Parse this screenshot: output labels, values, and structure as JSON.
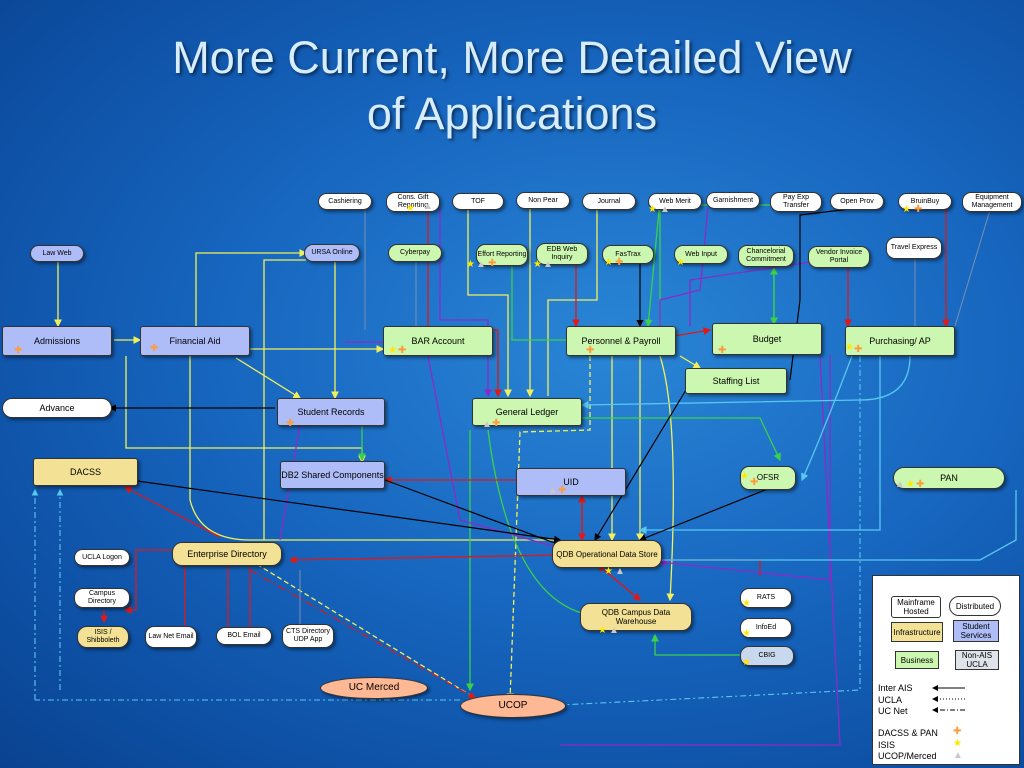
{
  "title": {
    "line1": "More Current, More Detailed View",
    "line2": "of Applications"
  },
  "nodes": {
    "cashiering": "Cashiering",
    "cons_gift": "Cons. Gift Reporting",
    "tof": "TOF",
    "non_pear": "Non Pear",
    "journal": "Journal",
    "web_merit": "Web Merit",
    "garnishment": "Garnishment",
    "pay_exp": "Pay Exp Transfer",
    "open_prov": "Open Prov",
    "bruinbuy": "BruinBuy",
    "equip_mgmt": "Equipment Management",
    "law_web": "Law Web",
    "ursa": "URSA Online",
    "cyberpay": "Cyberpay",
    "effort": "Effort Reporting",
    "edb_web": "EDB Web Inquiry",
    "fastrax": "FasTrax",
    "web_input": "Web Input",
    "chancelorial": "Chancelorial Commitment",
    "vendor_invoice": "Vendor Invoice Portal",
    "travel_express": "Travel Express",
    "admissions": "Admissions",
    "financial_aid": "Financial Aid",
    "bar_account": "BAR Account",
    "personnel_payroll": "Personnel & Payroll",
    "budget": "Budget",
    "purchasing": "Purchasing/ AP",
    "staffing_list": "Staffing List",
    "advance": "Advance",
    "student_records": "Student Records",
    "general_ledger": "General Ledger",
    "dacss": "DACSS",
    "db2_shared": "DB2 Shared Components",
    "uid": "UID",
    "ofsr": "OFSR",
    "pan": "PAN",
    "ucla_logon": "UCLA Logon",
    "enterprise_dir": "Enterprise Directory",
    "qdb_ods": "QDB  Operational Data Store",
    "campus_dir": "Campus Directory",
    "rats": "RATS",
    "qdb_cdw": "QDB Campus Data Warehouse",
    "isis_shib": "ISIS / Shibboleth",
    "law_net": "Law Net Email",
    "bol_email": "BOL Email",
    "cts_dir": "CTS Directory UDP App",
    "infoed": "InfoEd",
    "cbig": "CBIG",
    "uc_merced": "UC Merced",
    "ucop": "UCOP"
  },
  "legend": {
    "mainframe": "Mainframe Hosted",
    "distributed": "Distributed",
    "infrastructure": "Infrastructure",
    "student_services": "Student Services",
    "business": "Business",
    "non_ais": "Non-AIS UCLA",
    "inter_ais": "Inter AIS",
    "ucla": "UCLA",
    "uc_net": "UC Net",
    "dacss_pan": "DACSS & PAN",
    "isis": "ISIS",
    "ucop_merced": "UCOP/Merced"
  },
  "colors": {
    "background": "#1766bf",
    "title": "#d6ecff",
    "student_services": "#aebdf7",
    "business": "#ccf7b0",
    "infrastructure": "#f3e196",
    "uc_node": "#ffb894",
    "line_yellow": "#f2f05a",
    "line_green": "#3ad14a",
    "line_red": "#e01818",
    "line_purple": "#8a2bc8",
    "line_black": "#000000",
    "line_cyan": "#58c8f0"
  },
  "icons": {
    "dacss_pan_marker": "plus-cross-icon",
    "isis_marker": "star-icon",
    "ucop_marker": "triangle-icon"
  }
}
